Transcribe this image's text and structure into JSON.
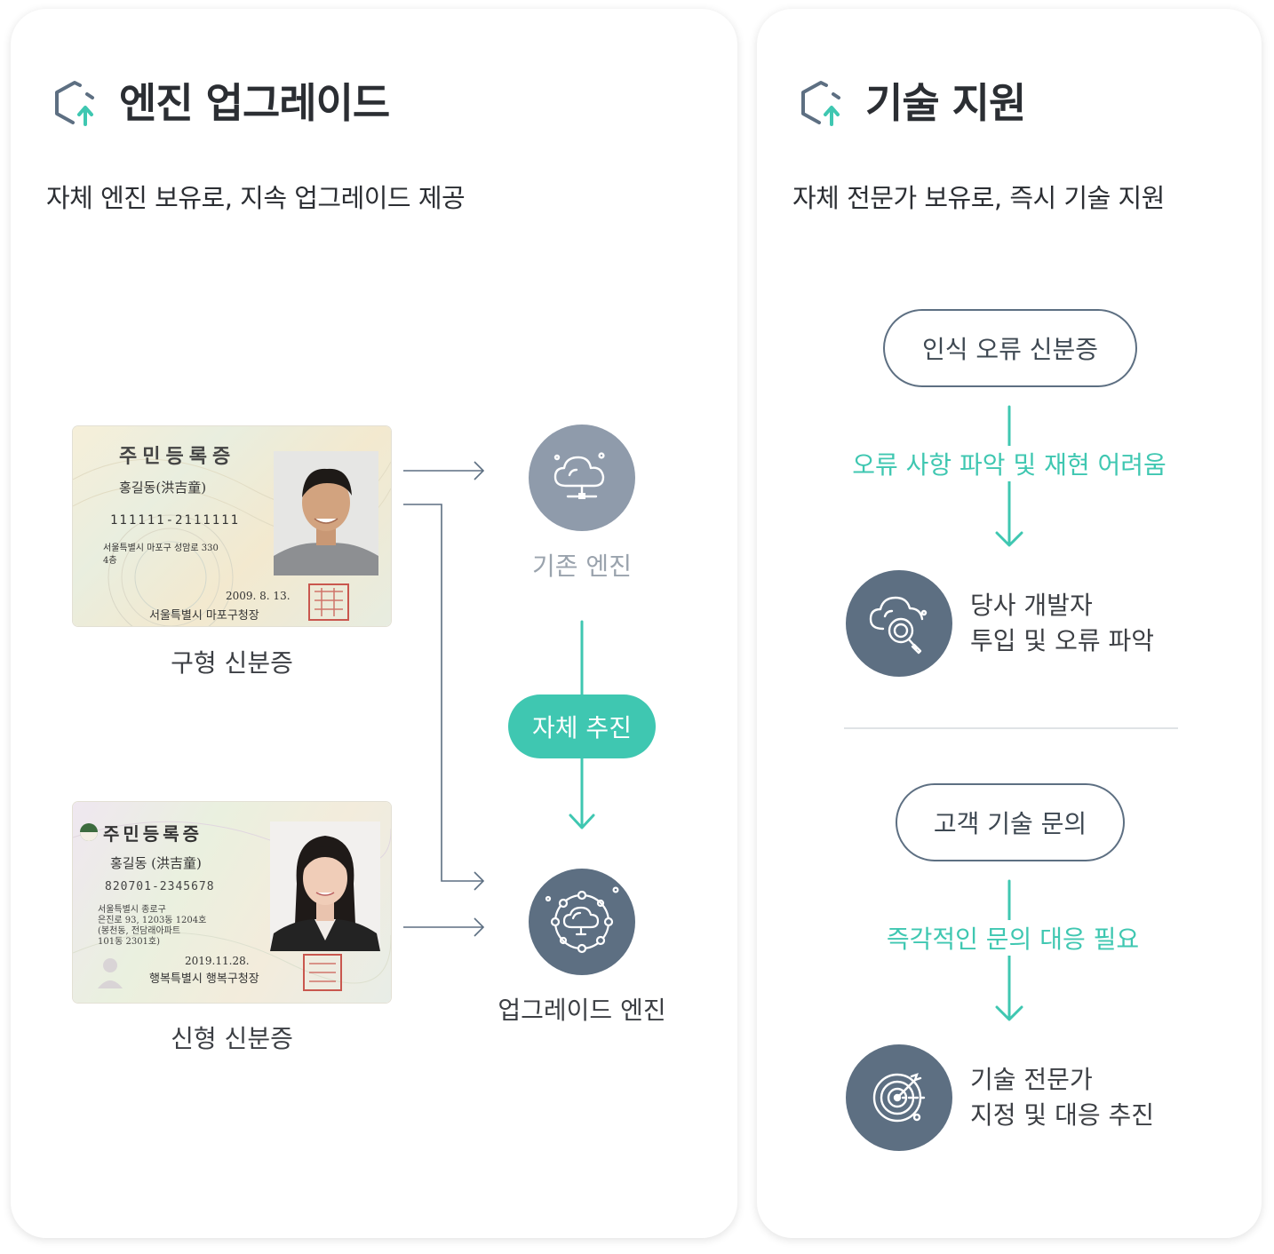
{
  "left": {
    "title": "엔진 업그레이드",
    "subtitle": "자체 엔진 보유로, 지속 업그레이드 제공",
    "old_card": {
      "heading": "주민등록증",
      "name": "홍길동(洪吉童)",
      "number": "111111-2111111",
      "address_1": "서울특별시 마포구 성암로 330",
      "address_2": "4층",
      "date": "2009. 8. 13.",
      "issuer": "서울특별시 마포구청장",
      "caption": "구형 신분증"
    },
    "new_card": {
      "heading": "주민등록증",
      "name": "홍길동 (洪吉童)",
      "number": "820701-2345678",
      "address_1": "서울특별시 종로구",
      "address_2": "은진로 93, 1203동 1204호",
      "address_3": "(봉천동, 전담래아파트",
      "address_4": "101동 2301호)",
      "date": "2019.11.28.",
      "issuer": "행복특별시 행복구청장",
      "caption": "신형 신분증"
    },
    "existing_engine_label": "기존 엔진",
    "self_drive_label": "자체 추진",
    "upgrade_engine_label": "업그레이드 엔진"
  },
  "right": {
    "title": "기술 지원",
    "subtitle": "자체 전문가 보유로, 즉시 기술 지원",
    "flow1": {
      "pill": "인식 오류 신분증",
      "arrow_text": "오류 사항 파악 및 재현 어려움",
      "step_line1": "당사 개발자",
      "step_line2": "투입 및 오류 파악"
    },
    "flow2": {
      "pill": "고객 기술 문의",
      "arrow_text": "즉각적인 문의 대응 필요",
      "step_line1": "기술 전문가",
      "step_line2": "지정 및 대응 추진"
    }
  },
  "colors": {
    "accent": "#3fc7b1",
    "slate": "#5d6f82",
    "muted_circle": "#8f9bab",
    "text": "#2b2e33"
  },
  "icons": [
    "upgrade-hexagon-icon",
    "cloud-network-icon",
    "cloud-network-hub-icon",
    "cloud-search-icon",
    "target-icon",
    "arrow-right-icon",
    "arrow-down-icon"
  ]
}
